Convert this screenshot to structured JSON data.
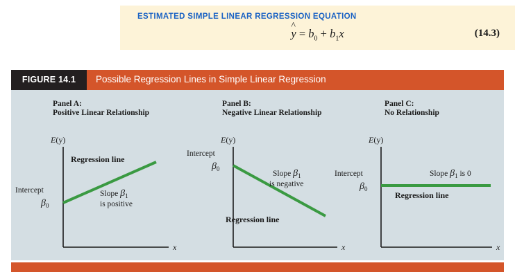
{
  "equation_callout": {
    "title": "ESTIMATED SIMPLE LINEAR REGRESSION EQUATION",
    "formula_plain": "ŷ = b0 + b1x",
    "formula_parts": {
      "yhat": "y",
      "hat": "^",
      "equals": "=",
      "b": "b",
      "sub0": "0",
      "plus": "+",
      "sub1": "1",
      "x": "x"
    },
    "equation_number": "(14.3)",
    "title_color": "#1a62c4",
    "background_color": "#fdf3d8"
  },
  "figure": {
    "tag": "FIGURE 14.1",
    "title": "Possible Regression Lines in Simple Linear Regression",
    "tag_background": "#231f20",
    "title_background": "#d4552a",
    "body_background": "#d4dee3",
    "line_color": "#3a9a42"
  },
  "panels": [
    {
      "id": "panel-a",
      "title_line1": "Panel A:",
      "title_line2": "Positive Linear Relationship",
      "y_axis_label": "E(y)",
      "x_axis_label": "x",
      "intercept_label": "Intercept",
      "intercept_symbol": "β",
      "intercept_sub": "0",
      "regression_label": "Regression line",
      "slope_line1_pre": "Slope ",
      "slope_symbol": "β",
      "slope_sub": "1",
      "slope_line2": "is positive"
    },
    {
      "id": "panel-b",
      "title_line1": "Panel B:",
      "title_line2": "Negative Linear Relationship",
      "y_axis_label": "E(y)",
      "x_axis_label": "x",
      "intercept_label": "Intercept",
      "intercept_symbol": "β",
      "intercept_sub": "0",
      "regression_label": "Regression line",
      "slope_line1_pre": "Slope ",
      "slope_symbol": "β",
      "slope_sub": "1",
      "slope_line2": "is negative"
    },
    {
      "id": "panel-c",
      "title_line1": "Panel C:",
      "title_line2": "No Relationship",
      "y_axis_label": "E(y)",
      "x_axis_label": "x",
      "intercept_label": "Intercept",
      "intercept_symbol": "β",
      "intercept_sub": "0",
      "regression_label": "Regression line",
      "slope_line1_pre": "Slope ",
      "slope_symbol": "β",
      "slope_sub": "1",
      "slope_line2": " is 0"
    }
  ],
  "chart_data": {
    "type": "line",
    "title": "Possible Regression Lines in Simple Linear Regression",
    "xlabel": "x",
    "ylabel": "E(y)",
    "grid": false,
    "legend": "none",
    "xlim": [
      0,
      10
    ],
    "ylim": [
      0,
      10
    ],
    "series": [
      {
        "name": "Panel A: Positive Linear Relationship",
        "slope_sign": "positive",
        "x": [
          0,
          9
        ],
        "y": [
          4.4,
          8.5
        ],
        "annotation": "Slope β1 is positive"
      },
      {
        "name": "Panel B: Negative Linear Relationship",
        "slope_sign": "negative",
        "x": [
          0,
          9
        ],
        "y": [
          8.1,
          3.1
        ],
        "annotation": "Slope β1 is negative"
      },
      {
        "name": "Panel C: No Relationship",
        "slope_sign": "zero",
        "x": [
          0,
          10
        ],
        "y": [
          6.1,
          6.1
        ],
        "annotation": "Slope β1 is 0"
      }
    ]
  }
}
